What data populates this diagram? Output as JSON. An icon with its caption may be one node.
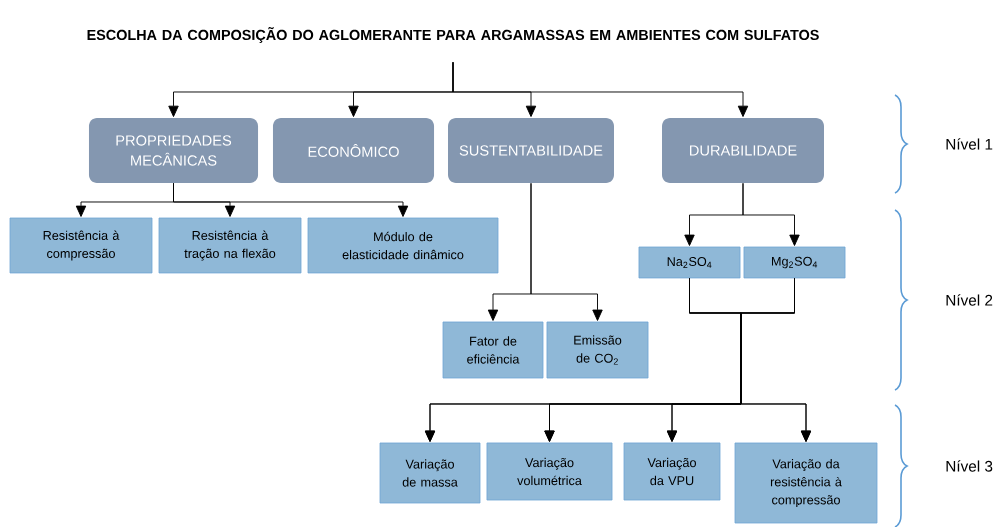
{
  "diagram": {
    "nodes": [
      {
        "text": [
          "ESCOLHA DA COMPOSIÇÃO DO AGLOMERANTE PARA ARGAMASSAS EM AMBIENTES COM SULFATOS"
        ]
      },
      {
        "text": [
          "PROPRIEDADES MECÂNICAS"
        ]
      },
      {
        "text": [
          "ECONÔMICO"
        ]
      },
      {
        "text": [
          "SUSTENTABILIDADE"
        ]
      },
      {
        "text": [
          "DURABILIDADE"
        ]
      },
      {
        "text": [
          "Resistência à compressão"
        ]
      },
      {
        "text": [
          "Resistência à tração na flexão"
        ]
      },
      {
        "text": [
          "Módulo de elasticidade dinâmico"
        ]
      },
      {
        "text": [
          "Na$_{2}$SO$_{4}$"
        ]
      },
      {
        "text": [
          "Mg$_{2}$SO$_{4}$"
        ]
      },
      {
        "text": [
          "Fator de eficiência"
        ]
      },
      {
        "text": [
          "Emissão de CO$_{2}$"
        ]
      },
      {
        "text": [
          "Variação de massa"
        ]
      },
      {
        "text": [
          "Variação volumétrica"
        ]
      },
      {
        "text": [
          "Variação da VPU"
        ]
      },
      {
        "text": [
          "Variação da resistência à compressão"
        ]
      }
    ],
    "edges": [
      {
        "from": 0,
        "to": 1,
        "arrow": "to"
      },
      {
        "from": 0,
        "to": 2,
        "arrow": "to"
      },
      {
        "from": 0,
        "to": 3,
        "arrow": "to"
      },
      {
        "from": 0,
        "to": 4,
        "arrow": "to"
      },
      {
        "from": 1,
        "to": 5,
        "arrow": "to"
      },
      {
        "from": 1,
        "to": 6,
        "arrow": "to"
      },
      {
        "from": 1,
        "to": 7,
        "arrow": "to"
      },
      {
        "from": 4,
        "to": 8,
        "arrow": "to"
      },
      {
        "from": 4,
        "to": 9,
        "arrow": "to"
      },
      {
        "from": 3,
        "to": 10,
        "arrow": "to"
      },
      {
        "from": 3,
        "to": 11,
        "arrow": "to"
      },
      {
        "from": 8,
        "to": 12,
        "arrow": "to"
      },
      {
        "from": 8,
        "to": 13,
        "arrow": "to"
      },
      {
        "from": 8,
        "to": 14,
        "arrow": "to"
      },
      {
        "from": 8,
        "to": 15,
        "arrow": "to"
      },
      {
        "from": 9,
        "to": 12,
        "arrow": "to"
      },
      {
        "from": 9,
        "to": 13,
        "arrow": "to"
      },
      {
        "from": 9,
        "to": 14,
        "arrow": "to"
      },
      {
        "from": 9,
        "to": 15,
        "arrow": "to"
      }
    ],
    "labels": [
      "Nível 1",
      "Nível 2",
      "Nível 3"
    ]
  }
}
